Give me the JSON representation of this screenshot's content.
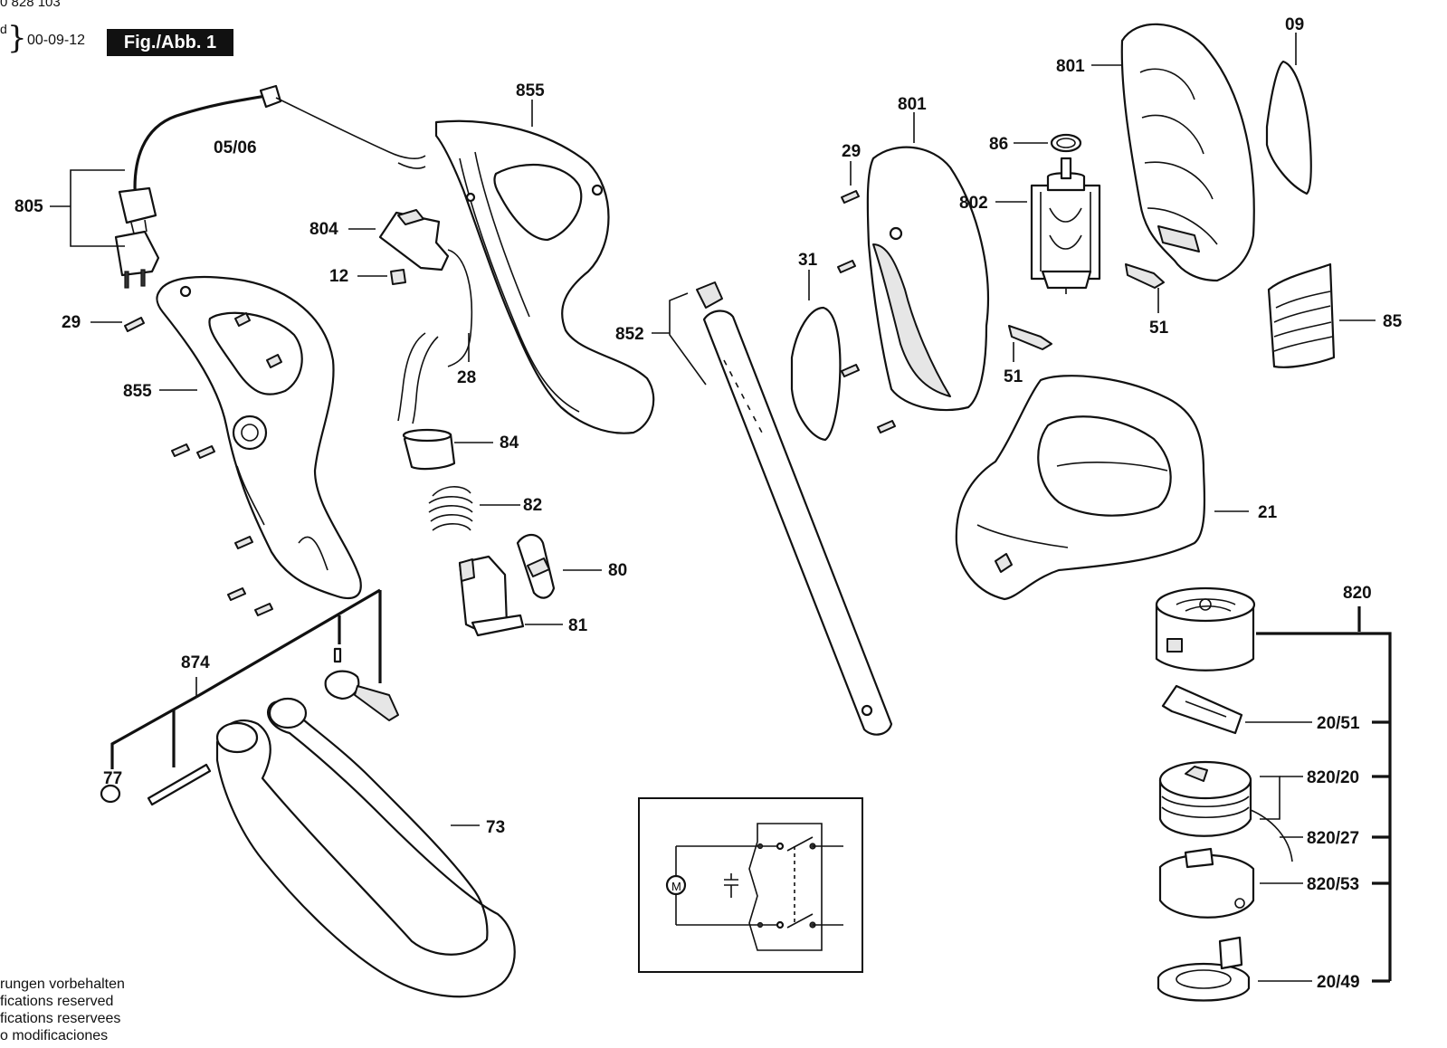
{
  "header": {
    "doc_number_fragment": "0 828 103",
    "brace_fragment": "d",
    "date": "00-09-12",
    "figure_label": "Fig./Abb. 1"
  },
  "footer_notes": [
    "rungen vorbehalten",
    "fications reserved",
    "fications reservees",
    "o modificaciones"
  ],
  "parts": [
    {
      "id": "p-0506",
      "label": "05/06"
    },
    {
      "id": "p-805",
      "label": "805"
    },
    {
      "id": "p-855-top",
      "label": "855"
    },
    {
      "id": "p-804",
      "label": "804"
    },
    {
      "id": "p-12",
      "label": "12"
    },
    {
      "id": "p-29-left",
      "label": "29"
    },
    {
      "id": "p-28",
      "label": "28"
    },
    {
      "id": "p-855-left",
      "label": "855"
    },
    {
      "id": "p-84",
      "label": "84"
    },
    {
      "id": "p-82",
      "label": "82"
    },
    {
      "id": "p-80",
      "label": "80"
    },
    {
      "id": "p-81",
      "label": "81"
    },
    {
      "id": "p-874",
      "label": "874"
    },
    {
      "id": "p-77",
      "label": "77"
    },
    {
      "id": "p-73",
      "label": "73"
    },
    {
      "id": "p-852",
      "label": "852"
    },
    {
      "id": "p-801-mid",
      "label": "801"
    },
    {
      "id": "p-29-mid",
      "label": "29"
    },
    {
      "id": "p-31",
      "label": "31"
    },
    {
      "id": "p-86",
      "label": "86"
    },
    {
      "id": "p-802",
      "label": "802"
    },
    {
      "id": "p-51-left",
      "label": "51"
    },
    {
      "id": "p-51-right",
      "label": "51"
    },
    {
      "id": "p-801-right",
      "label": "801"
    },
    {
      "id": "p-09",
      "label": "09"
    },
    {
      "id": "p-85",
      "label": "85"
    },
    {
      "id": "p-21",
      "label": "21"
    },
    {
      "id": "p-820",
      "label": "820"
    },
    {
      "id": "p-2051",
      "label": "20/51"
    },
    {
      "id": "p-82020",
      "label": "820/20"
    },
    {
      "id": "p-82027",
      "label": "820/27"
    },
    {
      "id": "p-82053",
      "label": "820/53"
    },
    {
      "id": "p-2049",
      "label": "20/49"
    }
  ],
  "schematic": {
    "motor_symbol": "M"
  }
}
